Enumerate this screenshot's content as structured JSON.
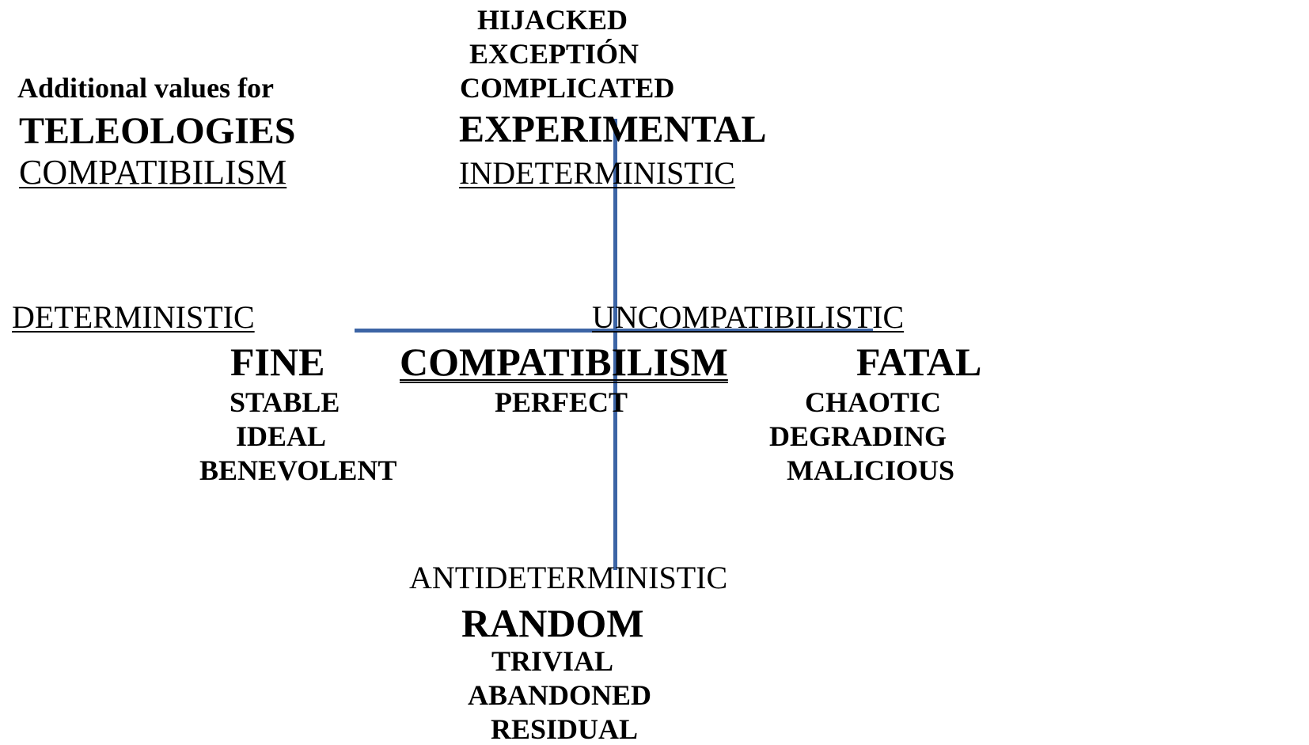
{
  "intro": {
    "line1": "Additional values for",
    "line2": "TELEOLOGIES",
    "line3": "COMPATIBILISM"
  },
  "top": {
    "values": [
      "HIJACKED",
      "EXCEPTIÓN",
      "COMPLICATED"
    ],
    "title": "EXPERIMENTAL",
    "axis_label": "INDETERMINISTIC"
  },
  "left": {
    "axis_label": "DETERMINISTIC",
    "title": "FINE",
    "values": [
      "STABLE",
      "IDEAL",
      "BENEVOLENT"
    ]
  },
  "center": {
    "title": "COMPATIBILISM",
    "value": "PERFECT"
  },
  "right": {
    "axis_label": "UNCOMPATIBILISTIC",
    "title": "FATAL",
    "values": [
      "CHAOTIC",
      "DEGRADING",
      "MALICIOUS"
    ]
  },
  "bottom": {
    "axis_label": "ANTIDETERMINISTIC",
    "title": "RANDOM",
    "values": [
      "TRIVIAL",
      "ABANDONED",
      "RESIDUAL"
    ]
  },
  "colors": {
    "axis": "#3c64a5",
    "text": "#000000"
  }
}
